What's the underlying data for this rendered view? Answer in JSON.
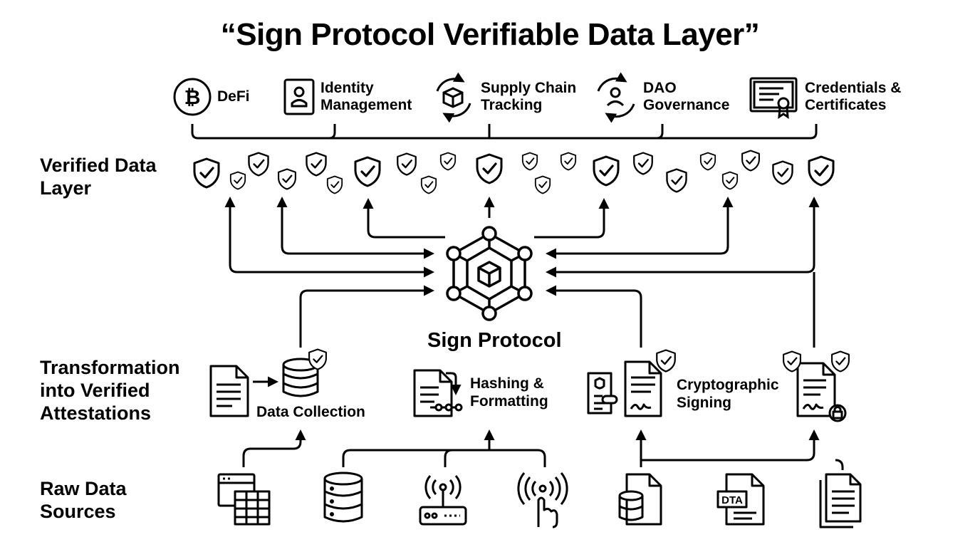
{
  "title": "“Sign Protocol Verifiable Data Layer”",
  "layers": {
    "verified": "Verified Data\nLayer",
    "transformation": "Transformation\ninto Verified\nAttestations",
    "raw": "Raw Data\nSources"
  },
  "applications": [
    {
      "label": "DeFi",
      "icon": "bitcoin-icon"
    },
    {
      "label": "Identity\nManagement",
      "icon": "id-card-icon"
    },
    {
      "label": "Supply Chain\nTracking",
      "icon": "box-cycle-icon"
    },
    {
      "label": "DAO\nGovernance",
      "icon": "people-cycle-icon"
    },
    {
      "label": "Credentials &\nCertificates",
      "icon": "certificate-icon"
    }
  ],
  "hub": {
    "label": "Sign Protocol",
    "icon": "network-cube-icon"
  },
  "steps": [
    {
      "label": "Data Collection",
      "icon": "document-to-database-icon"
    },
    {
      "label": "Hashing &\nFormatting",
      "icon": "hash-document-icon"
    },
    {
      "label": "Cryptographic\nSigning",
      "icon": "signed-document-icon"
    }
  ],
  "raw_sources": [
    {
      "icon": "spreadsheet-icon"
    },
    {
      "icon": "database-icon"
    },
    {
      "icon": "router-icon"
    },
    {
      "icon": "touch-sensor-icon"
    },
    {
      "icon": "database-file-icon"
    },
    {
      "icon": "dta-file-icon",
      "text": "DTA"
    },
    {
      "icon": "documents-icon"
    }
  ],
  "shield_icon": "shield-check-icon"
}
